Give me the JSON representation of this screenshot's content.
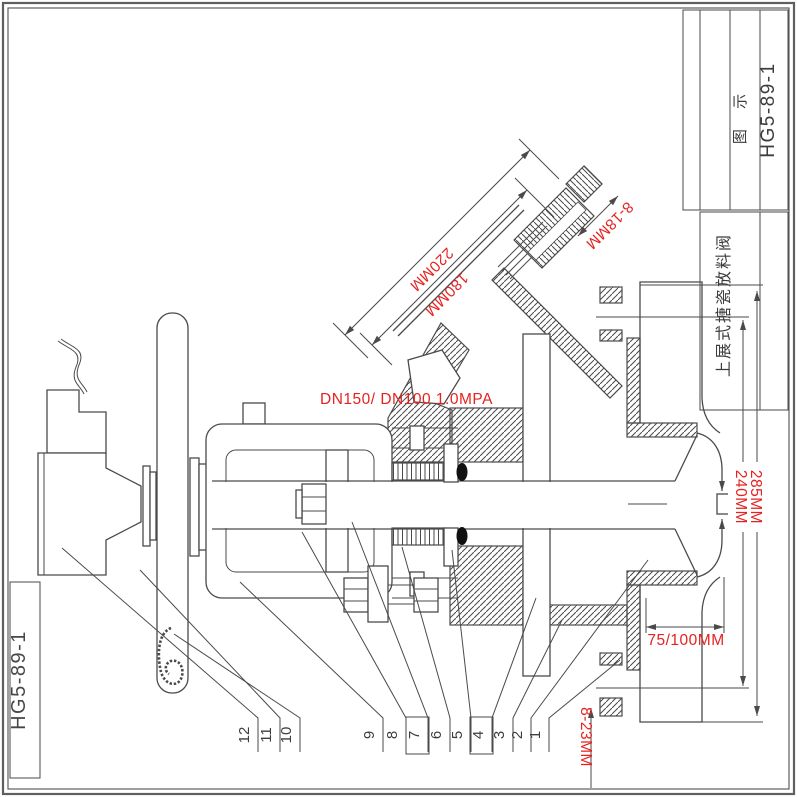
{
  "sheet": {
    "title_block": {
      "drawing_no": "HG5-89-1",
      "legend": "图 示"
    },
    "product_block": {
      "name": "上展式搪瓷放料阀"
    },
    "side_box": {
      "drawing_no": "HG5-89-1"
    }
  },
  "annotations": {
    "spec": "DN150/ DN100  1.0MPA",
    "dim_pipe_outer": "220MM",
    "dim_pipe_inner": "180MM",
    "dim_inlet_bolts": "8-18MM",
    "dim_height_total": "285MM",
    "dim_height_stem": "240MM",
    "dim_lift": "75/100MM",
    "dim_base_bolts": "8-23MM"
  },
  "parts": [
    "12",
    "11",
    "10",
    "9",
    "8",
    "7",
    "6",
    "5",
    "4",
    "3",
    "2",
    "1"
  ],
  "colors": {
    "dimension_red": "#e42320",
    "line": "#4a4a4a"
  }
}
